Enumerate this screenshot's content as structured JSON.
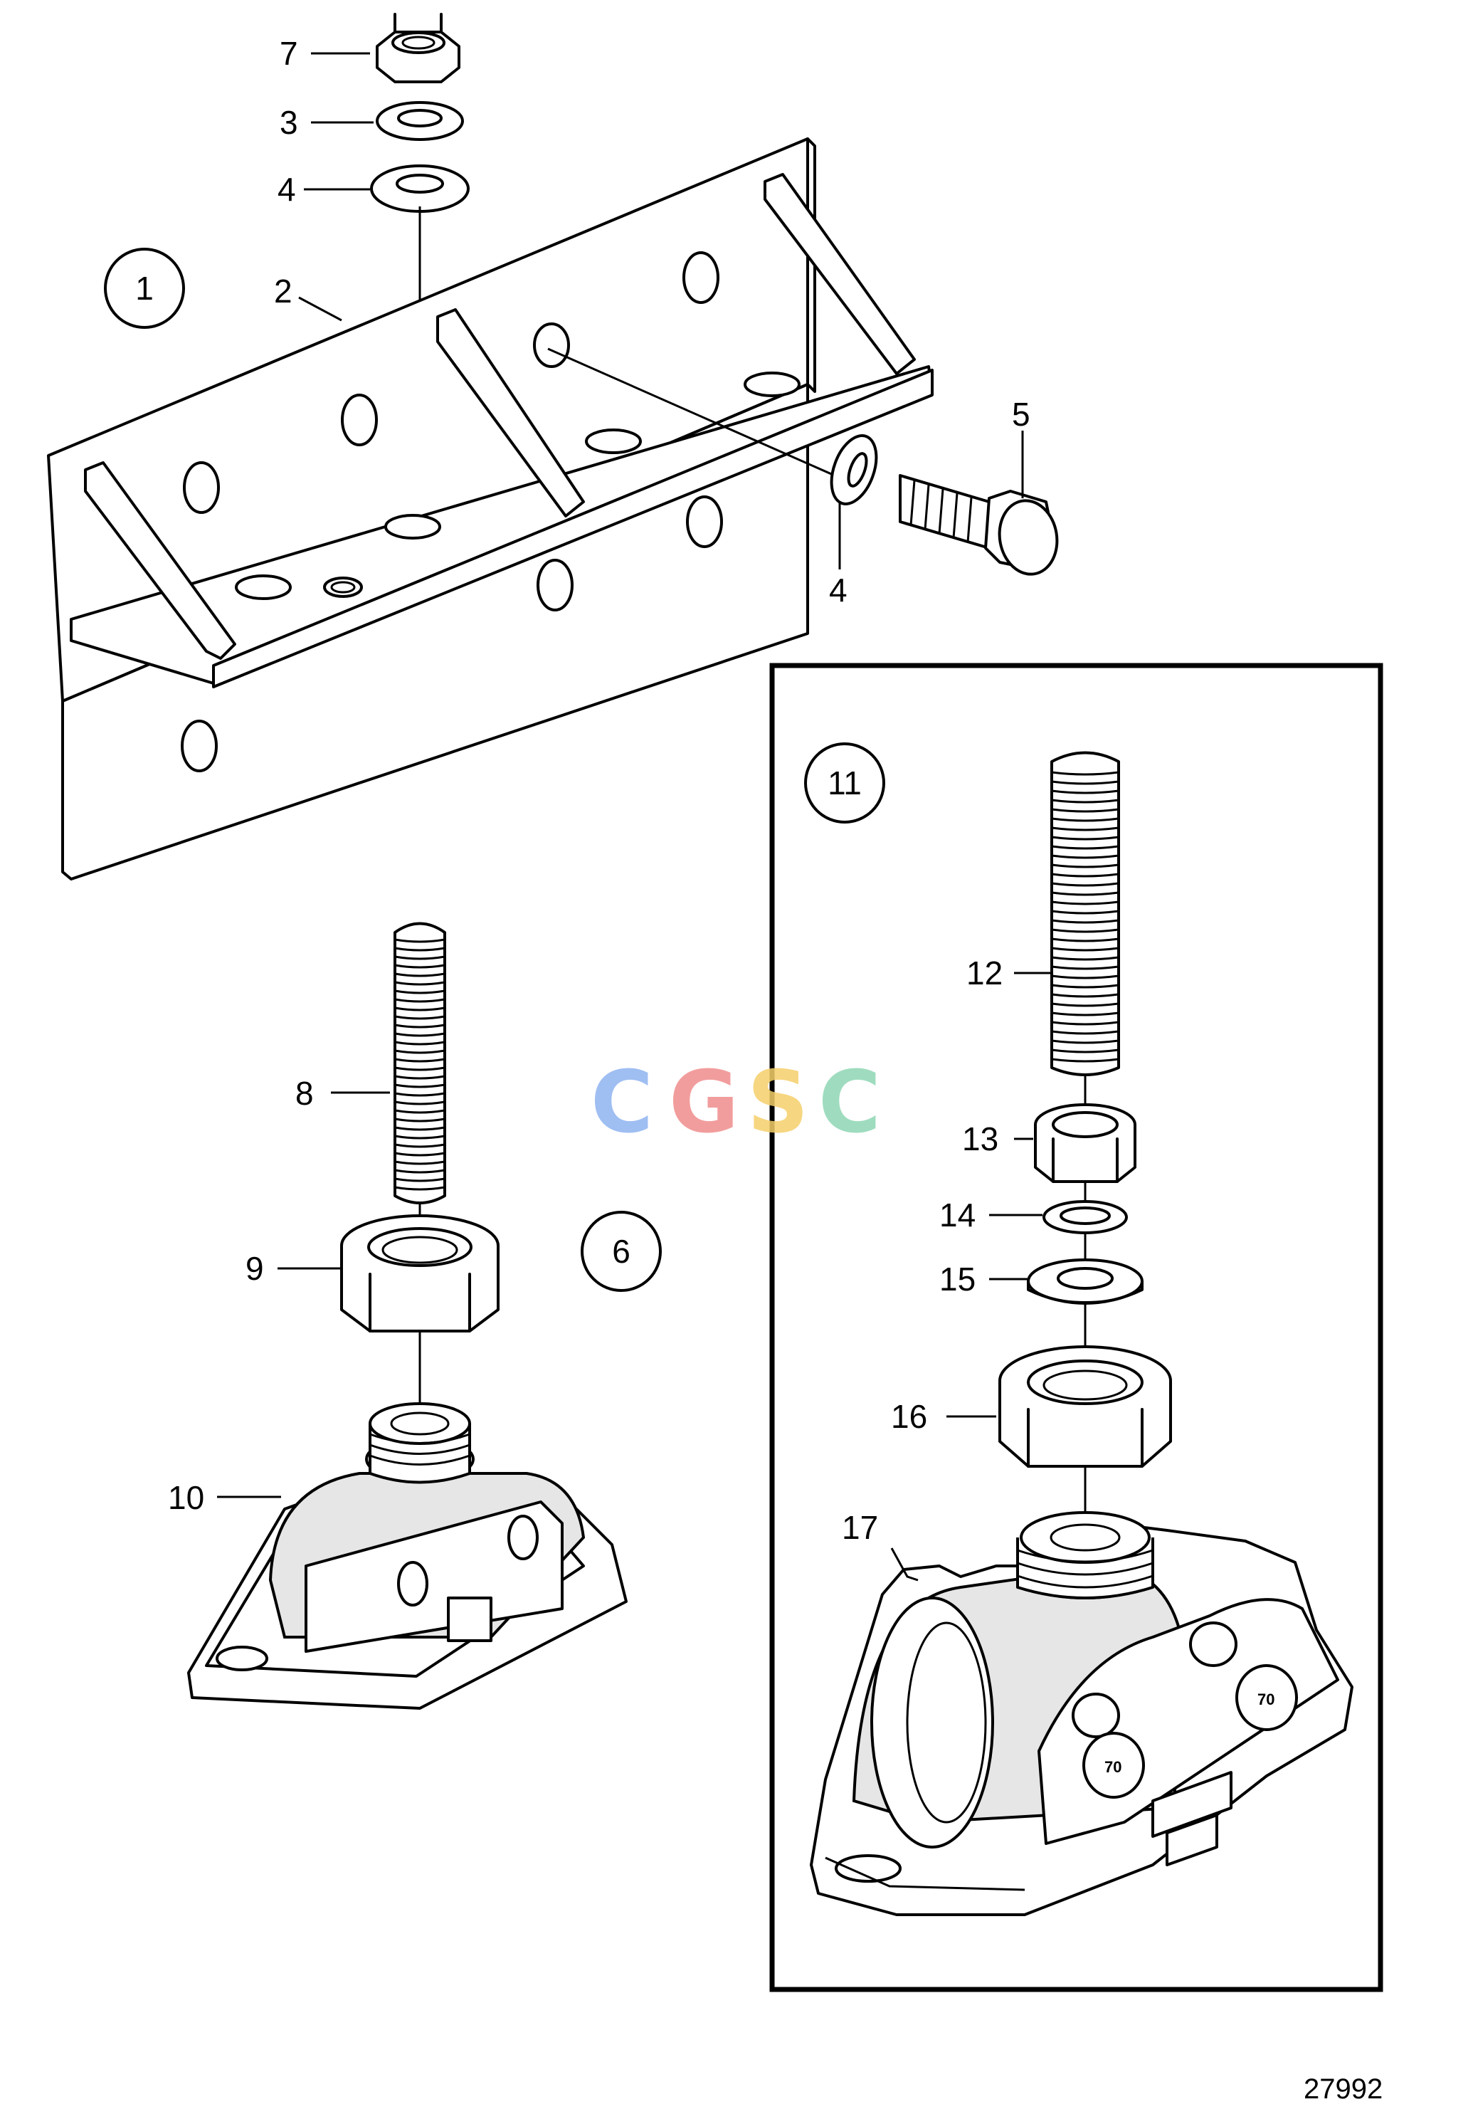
{
  "labels": {
    "c1": "1",
    "c6": "6",
    "c11": "11",
    "l2": "2",
    "l3": "3",
    "l4a": "4",
    "l4b": "4",
    "l5": "5",
    "l7": "7",
    "l8": "8",
    "l9": "9",
    "l10": "10",
    "l12": "12",
    "l13": "13",
    "l14": "14",
    "l15": "15",
    "l16": "16",
    "l17": "17"
  },
  "mount_marks": {
    "a": "70",
    "b": "70"
  },
  "watermark": {
    "c1": "C",
    "g": "G",
    "s": "S",
    "c2": "C"
  },
  "watermark_colors": {
    "c1": "#8fb3f0",
    "g": "#f08c8c",
    "s": "#f5d06a",
    "c2": "#8fd6b4"
  },
  "figure_number": "27992"
}
